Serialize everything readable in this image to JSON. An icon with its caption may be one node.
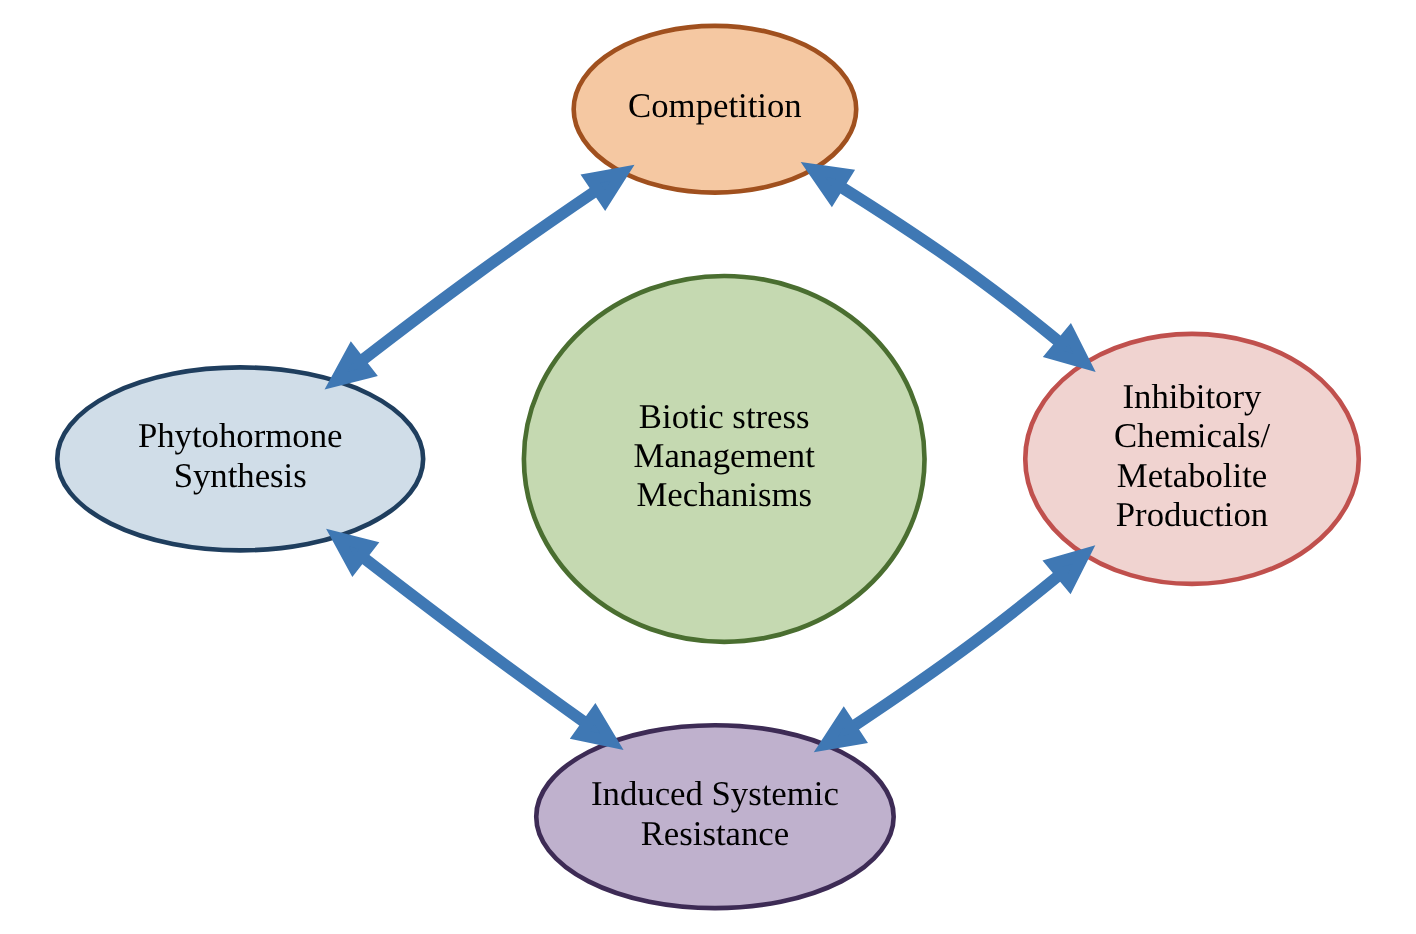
{
  "diagram": {
    "nodes": [
      {
        "text": [
          "Competition"
        ]
      },
      {
        "text": [
          "Phytohormone Synthesis"
        ]
      },
      {
        "text": [
          "Biotic stress Management Mechanisms"
        ]
      },
      {
        "text": [
          "Inhibitory Chemicals/ Metabolite Production"
        ]
      },
      {
        "text": [
          "Induced Systemic Resistance"
        ]
      }
    ],
    "edges": [
      {
        "from": 1,
        "to": 0,
        "arrow": "both"
      },
      {
        "from": 0,
        "to": 3,
        "arrow": "both"
      },
      {
        "from": 3,
        "to": 4,
        "arrow": "both"
      },
      {
        "from": 4,
        "to": 1,
        "arrow": "both"
      }
    ]
  }
}
